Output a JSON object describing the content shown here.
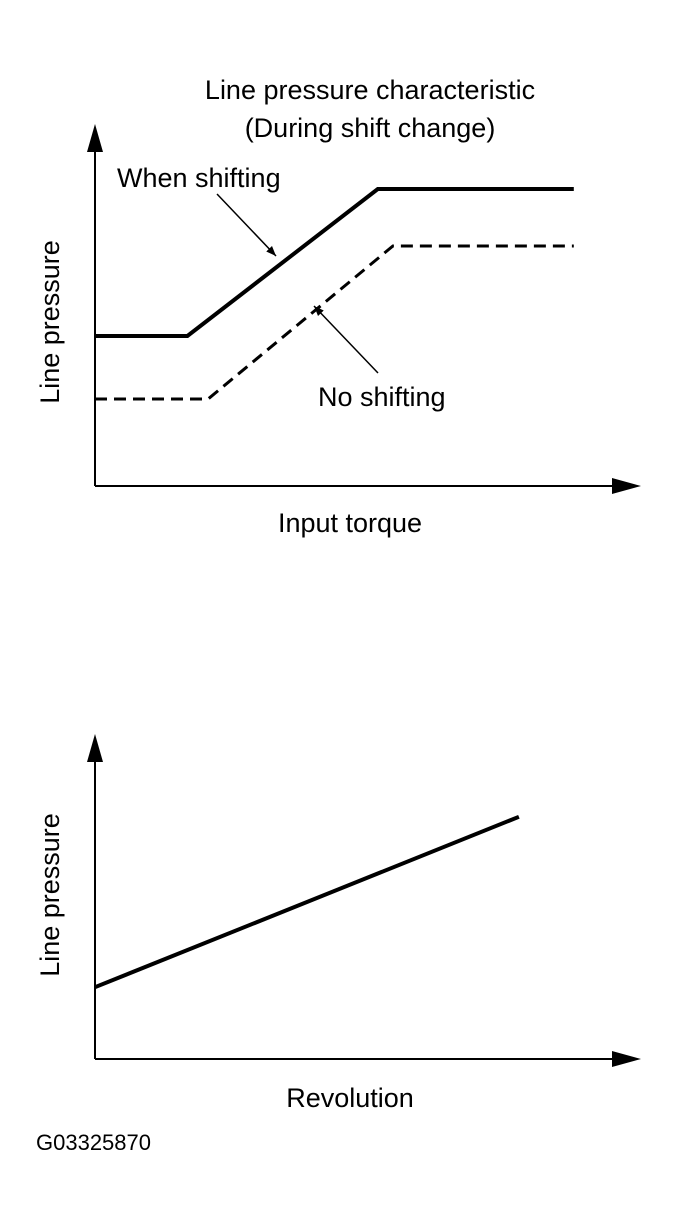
{
  "figure_id": "G03325870",
  "chart_data": [
    {
      "type": "line",
      "title": "Line pressure characteristic",
      "subtitle": "(During shift change)",
      "xlabel": "Input torque",
      "ylabel": "Line pressure",
      "grid": false,
      "xlim": [
        0,
        100
      ],
      "ylim": [
        0,
        100
      ],
      "series": [
        {
          "name": "When shifting",
          "style": "solid",
          "x": [
            0,
            16.5,
            50.5,
            85.5
          ],
          "y": [
            50,
            50,
            99,
            99
          ]
        },
        {
          "name": "No shifting",
          "style": "dashed",
          "x": [
            0,
            20.2,
            53.2,
            85.5
          ],
          "y": [
            29,
            29,
            80,
            80
          ]
        }
      ]
    },
    {
      "type": "line",
      "title": "",
      "xlabel": "Revolution",
      "ylabel": "Line pressure",
      "grid": false,
      "xlim": [
        0,
        100
      ],
      "ylim": [
        0,
        100
      ],
      "series": [
        {
          "name": "",
          "style": "solid",
          "x": [
            0,
            75.7
          ],
          "y": [
            24,
            81
          ]
        }
      ]
    }
  ]
}
